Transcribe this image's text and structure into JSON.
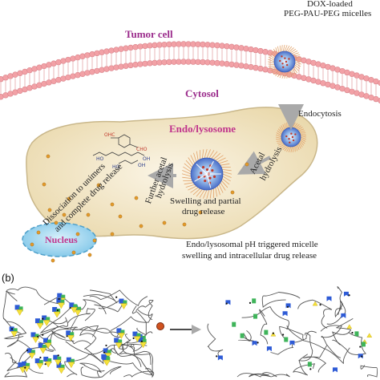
{
  "panel_a": {
    "micelle_label_line1": "DOX-loaded",
    "micelle_label_line2": "PEG-PAU-PEG micelles",
    "tumor_cell": "Tumor cell",
    "cytosol": "Cytosol",
    "endocytosis": "Endocytosis",
    "endo_lysosome": "Endo/lysosome",
    "acetal_hydrolysis_line1": "Acetal",
    "acetal_hydrolysis_line2": "hydrolysis",
    "swelling_line1": "Swelling and partial",
    "swelling_line2": "drug release",
    "further_line1": "Further acetal",
    "further_line2": "hydrolysis",
    "dissociation_line1": "Dissociation to unimers",
    "dissociation_line2": "and complete drug release",
    "nucleus": "Nucleus",
    "caption_line1": "Endo/lysosomal pH triggered micelle",
    "caption_line2": "swelling and intracellular drug release"
  },
  "panel_b": {
    "label": "(b)"
  },
  "colors": {
    "tumor_text": "#9b2c8c",
    "endo_text": "#c0338c",
    "membrane": "#f2a1a6",
    "cytoplasm": "#f1e5c6",
    "nucleus_fill": "#9ed5ee",
    "nucleus_text": "#c0338c",
    "drug": "#e39b2a",
    "arrow": "#b7b7b7",
    "network_blue": "#2e5bd6",
    "network_green": "#3fb45a",
    "network_yellow": "#f5e23a"
  }
}
